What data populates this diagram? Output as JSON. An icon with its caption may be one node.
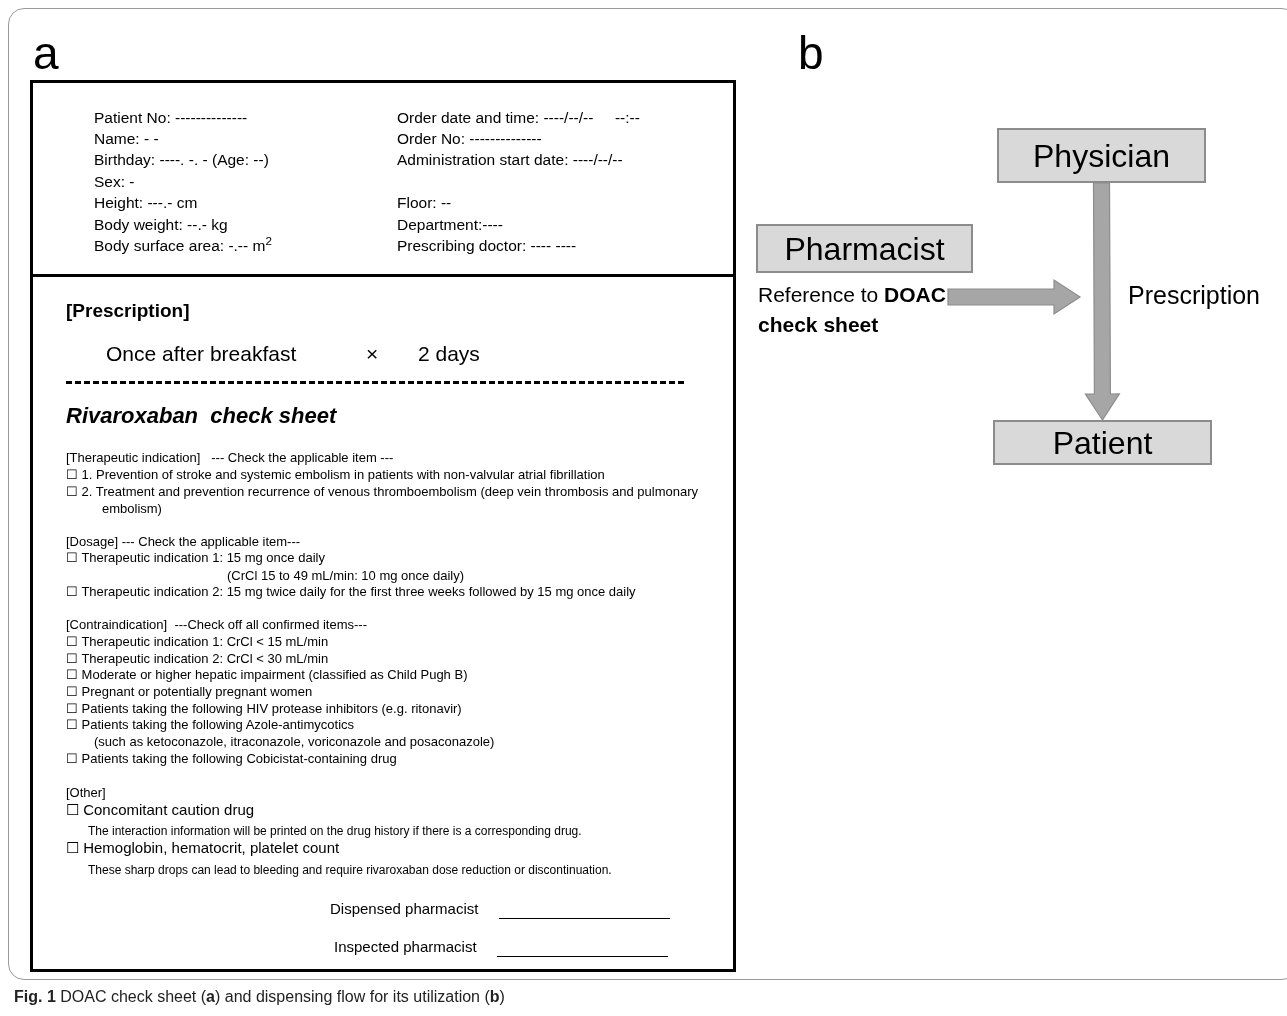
{
  "diagram": {
    "caption": "**Fig. 1** DOAC check sheet (**a**) and dispensing flow for its utilization (**b**)",
    "nodes": [
      {
        "text": [
          "Patient No: --------------",
          "Name: - -",
          "Birthday: ----. -. - (Age: --)",
          "Sex: -",
          "Height: ---.- cm",
          "Body weight: --.- kg",
          "Body surface area: -.-- m$^{2}$",
          "Order date and time: ----/--/--     --:--",
          "Order No: --------------",
          "Administration start date: ----/--/--",
          "Floor: --",
          "Department:----",
          "Prescribing doctor: ---- ----"
        ]
      },
      {
        "text": [
          "[Prescription]",
          "Once after breakfast",
          "×",
          "2 days",
          "Rivaroxaban  check sheet",
          "[Therapeutic indication]   --- Check the applicable item ---",
          "☐ 1. Prevention of stroke and systemic embolism in patients with non-valvular atrial fibrillation",
          "☐ 2. Treatment and prevention recurrence of venous thromboembolism (deep vein thrombosis and pulmonary embolism)",
          "[Dosage] --- Check the applicable item---",
          "☐ Therapeutic indication 1: 15 mg once daily",
          "(CrCl 15 to 49 mL/min: 10 mg once daily)",
          "☐ Therapeutic indication 2: 15 mg twice daily for the first three weeks followed by 15 mg once daily",
          "[Contraindication]  ---Check off all confirmed items---",
          "☐ Therapeutic indication 1: CrCl < 15 mL/min",
          "☐ Therapeutic indication 2: CrCl < 30 mL/min",
          "☐ Moderate or higher hepatic impairment (classified as Child Pugh B)",
          "☐ Pregnant or potentially pregnant women",
          "☐ Patients taking the following HIV protease inhibitors (e.g. ritonavir)",
          "☐ Patients taking the following Azole-antimycotics",
          "(such as ketoconazole, itraconazole, voriconazole and posaconazole)",
          "☐ Patients taking the following Cobicistat-containing drug",
          "[Other]",
          "☐ Concomitant caution drug",
          "The interaction information will be printed on the drug history if there is a corresponding drug.",
          "☐ Hemoglobin, hematocrit, platelet count",
          "These sharp drops can lead to bleeding and require rivaroxaban dose reduction or discontinuation.",
          "Dispensed pharmacist",
          "Inspected pharmacist"
        ]
      },
      {
        "text": [
          "Physician"
        ]
      },
      {
        "text": [
          "Pharmacist"
        ]
      },
      {
        "text": [
          "Reference to **DOAC check sheet**"
        ]
      },
      {
        "text": [
          "Patient"
        ]
      }
    ],
    "edges": [
      {
        "from": 2,
        "to": 5,
        "arrow": "to",
        "style": "thick",
        "label": "Prescription"
      },
      {
        "from": 4,
        "to": null,
        "arrow": "to",
        "style": "thick"
      }
    ],
    "labels": [
      "a",
      "b"
    ]
  }
}
